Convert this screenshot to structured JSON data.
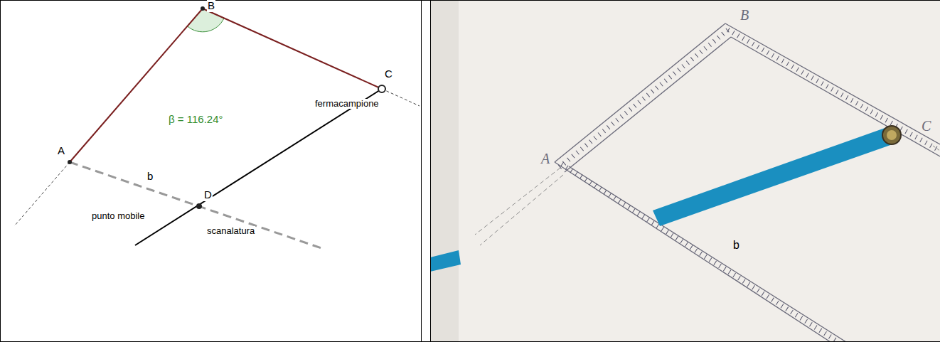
{
  "diagram": {
    "labels": [
      "B",
      "β = 116.24°",
      "C",
      "fermacampione",
      "A",
      "b",
      "D",
      "punto mobile",
      "scanalatura",
      "B",
      "A",
      "C",
      "b"
    ]
  }
}
